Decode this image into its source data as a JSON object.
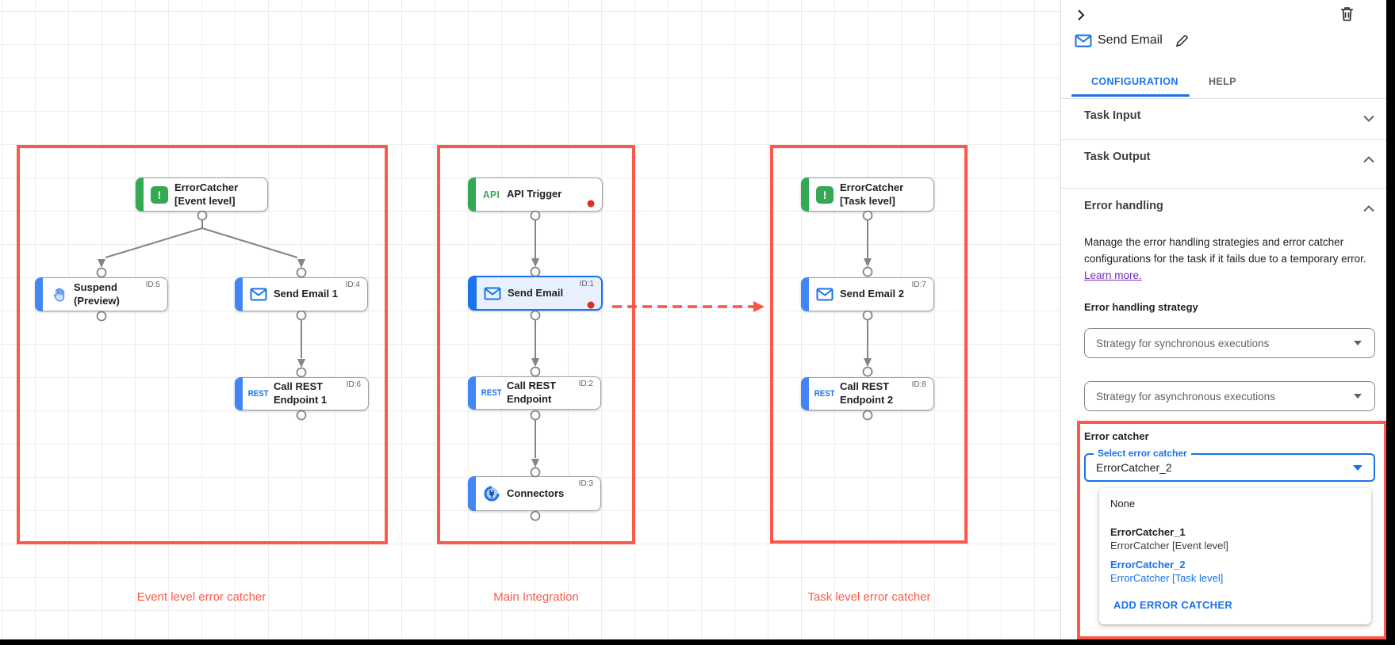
{
  "canvas": {
    "groups": [
      {
        "label": "Event level error catcher"
      },
      {
        "label": "Main Integration"
      },
      {
        "label": "Task level error catcher"
      }
    ],
    "icon_texts": {
      "api": "API",
      "rest": "REST"
    },
    "nodes": [
      {
        "label": "ErrorCatcher [Event level]",
        "id_tag": ""
      },
      {
        "label": "Suspend (Preview)",
        "id_tag": "ID:5"
      },
      {
        "label": "Send Email 1",
        "id_tag": "ID:4"
      },
      {
        "label": "Call REST Endpoint 1",
        "id_tag": "ID:6"
      },
      {
        "label": "API Trigger",
        "id_tag": ""
      },
      {
        "label": "Send Email",
        "id_tag": "ID:1"
      },
      {
        "label": "Call REST Endpoint",
        "id_tag": "ID:2"
      },
      {
        "label": "Connectors",
        "id_tag": "ID:3"
      },
      {
        "label": "ErrorCatcher [Task level]",
        "id_tag": ""
      },
      {
        "label": "Send Email 2",
        "id_tag": "ID:7"
      },
      {
        "label": "Call REST Endpoint 2",
        "id_tag": "ID:8"
      }
    ]
  },
  "panel": {
    "title": "Send Email",
    "tabs": {
      "configuration": "CONFIGURATION",
      "help": "HELP"
    },
    "sections": {
      "task_input": "Task Input",
      "task_output": "Task Output",
      "error_handling": "Error handling"
    },
    "error_handling": {
      "description": "Manage the error handling strategies and error catcher configurations for the task if it fails due to a temporary error. ",
      "learn_more": "Learn more.",
      "strategy_label": "Error handling strategy",
      "sync_select": "Strategy for synchronous executions",
      "async_select": "Strategy for asynchronous executions",
      "error_catcher_label": "Error catcher",
      "select_label": "Select error catcher",
      "select_value": "ErrorCatcher_2",
      "menu": {
        "none": "None",
        "option1_name": "ErrorCatcher_1",
        "option1_desc": "ErrorCatcher [Event level]",
        "option2_name": "ErrorCatcher_2",
        "option2_desc": "ErrorCatcher [Task level]",
        "add_button": "ADD ERROR CATCHER"
      }
    },
    "colors": {
      "accent_blue": "#1a73e8",
      "green": "#34a853",
      "annotation_red": "#fb5a4a"
    }
  }
}
